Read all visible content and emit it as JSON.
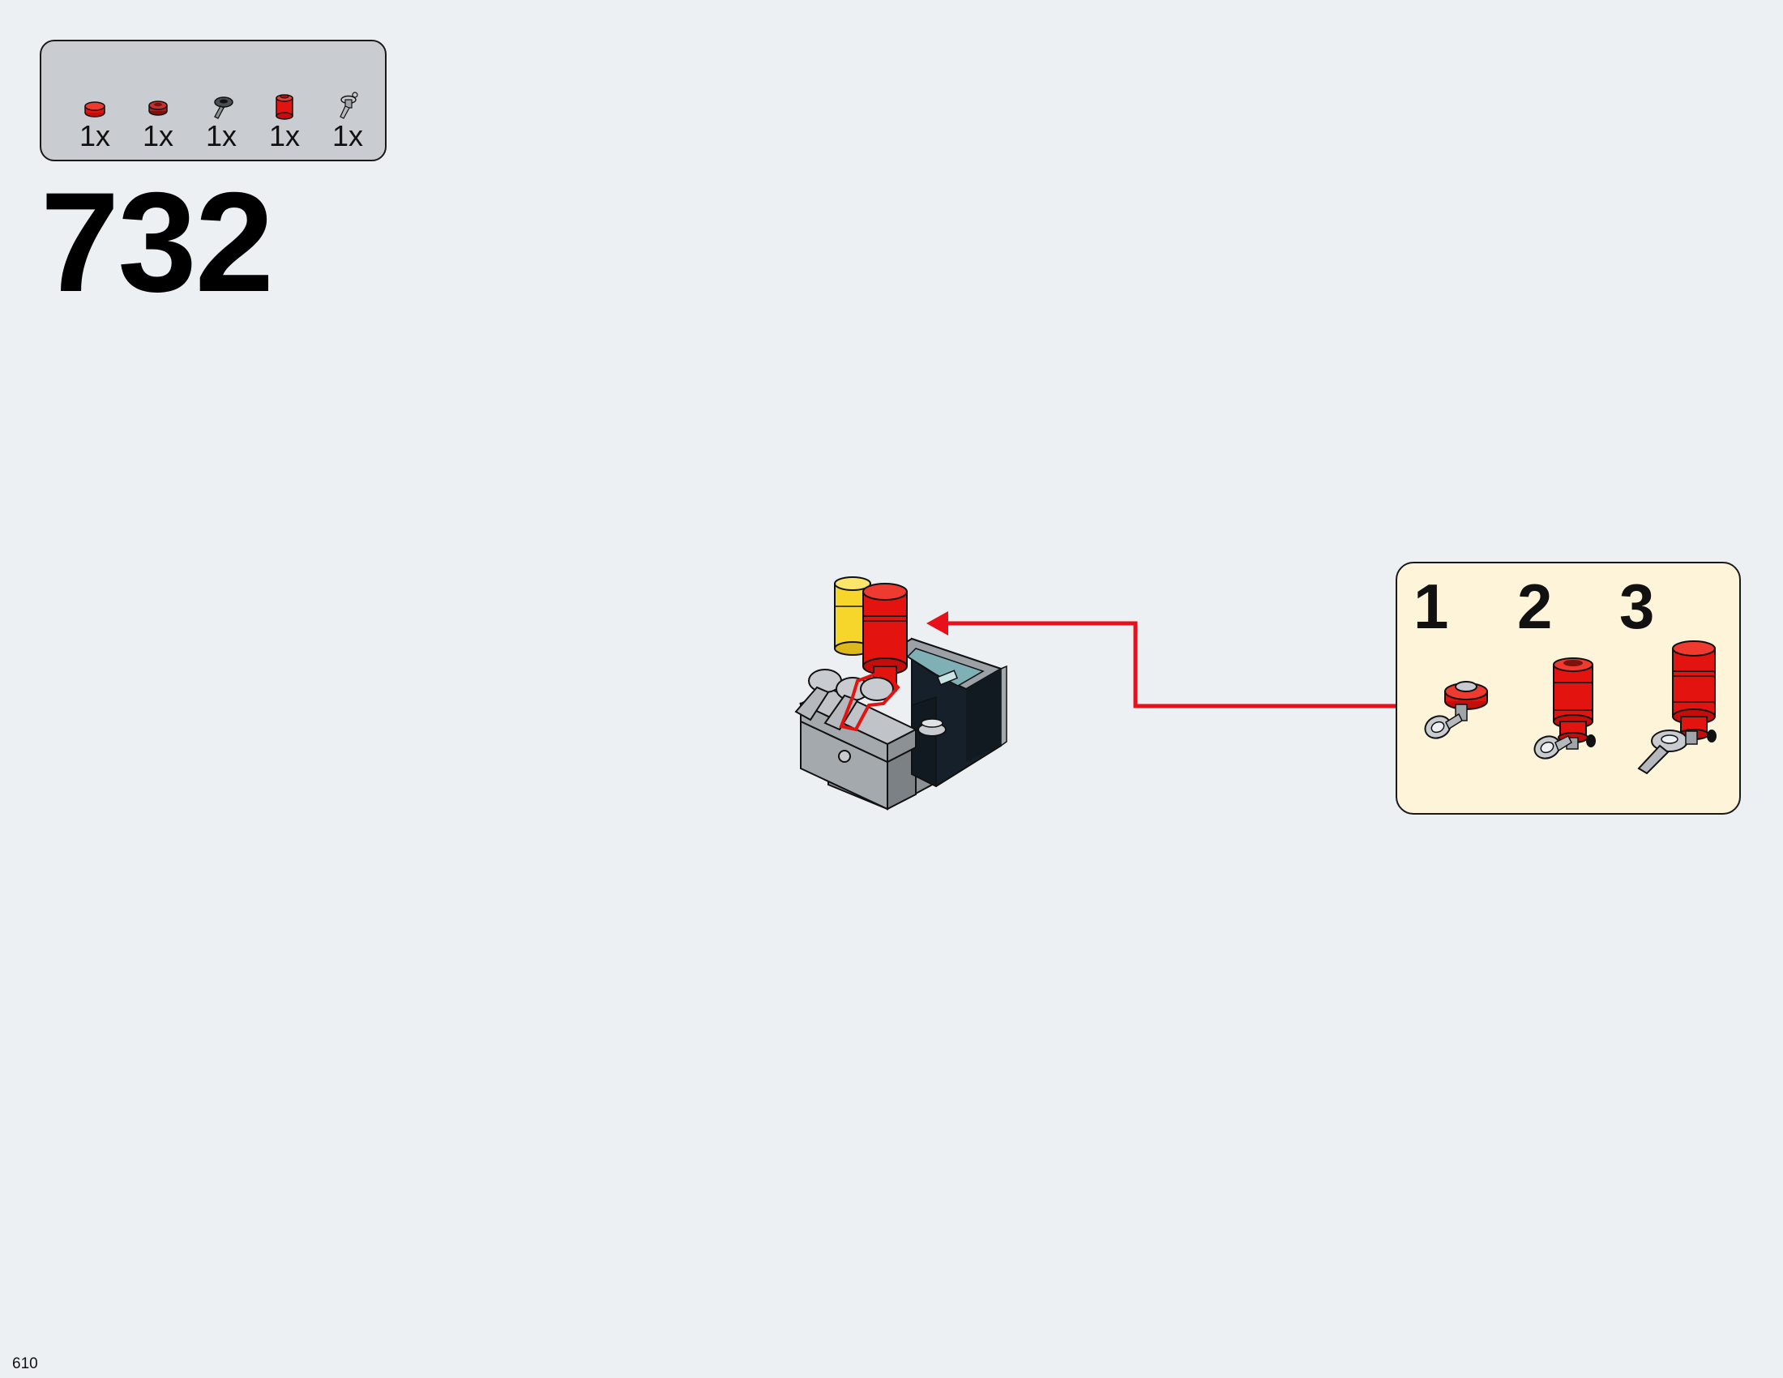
{
  "parts_list": [
    {
      "name": "red-round-plate-icon",
      "qty": "1x"
    },
    {
      "name": "dark-red-round-plate-icon",
      "qty": "1x"
    },
    {
      "name": "dark-gray-clip-icon",
      "qty": "1x"
    },
    {
      "name": "red-round-brick-icon",
      "qty": "1x"
    },
    {
      "name": "light-gray-bar-holder-icon",
      "qty": "1x"
    }
  ],
  "step_number": "732",
  "substeps": [
    {
      "label": "1"
    },
    {
      "label": "2"
    },
    {
      "label": "3"
    }
  ],
  "page_number": "610",
  "colors": {
    "background": "#ecf0f3",
    "parts_box": "#c9ccd0",
    "substep_box": "#fdf4da",
    "callout_arrow": "#e8101a",
    "red": "#e3140f",
    "yellow": "#f7d62c",
    "light_gray": "#a0a5a9",
    "black": "#111a20"
  }
}
